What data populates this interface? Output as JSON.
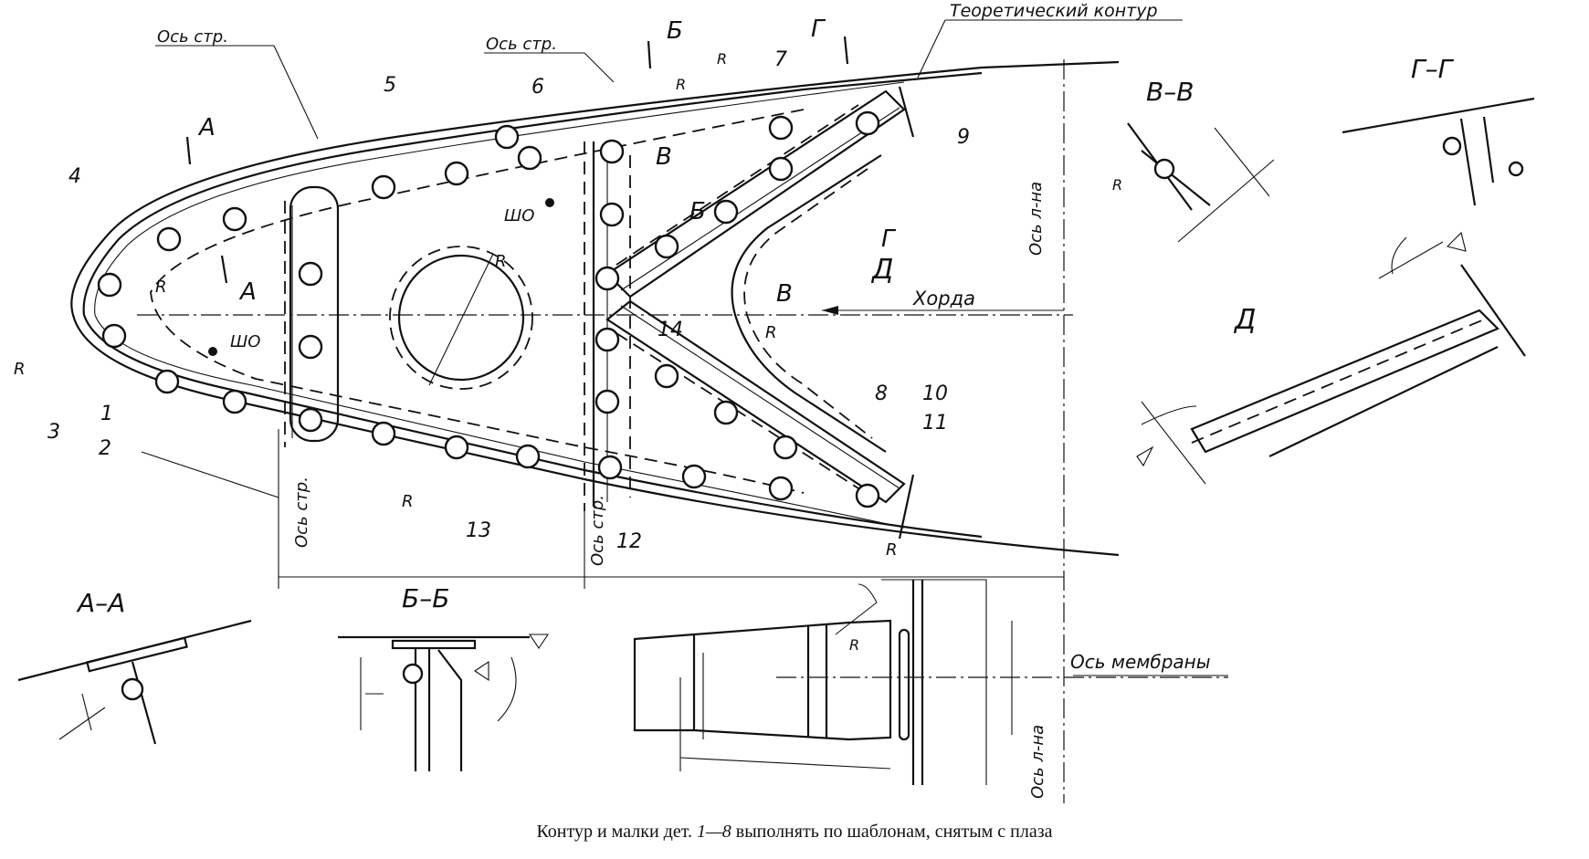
{
  "labels": {
    "os_str": "Ось стр.",
    "theor_contour": "Теоретический контур",
    "os_lna": "Ось л-на",
    "horda": "Хорда",
    "os_membrany": "Ось мембраны",
    "sho": "ШО",
    "r": "R"
  },
  "parts": [
    "1",
    "2",
    "3",
    "4",
    "5",
    "6",
    "7",
    "8",
    "9",
    "10",
    "11",
    "12",
    "13",
    "14"
  ],
  "sections": {
    "a": "А",
    "b": "Б",
    "v": "В",
    "g": "Г",
    "d": "Д",
    "aa": "А–А",
    "bb": "Б–Б",
    "vv": "В–В",
    "gg": "Г–Г"
  },
  "caption": {
    "before": "Контур и малки дет. ",
    "range": "1—8",
    "after": " выполнять по шаблонам, снятым с плаза"
  }
}
